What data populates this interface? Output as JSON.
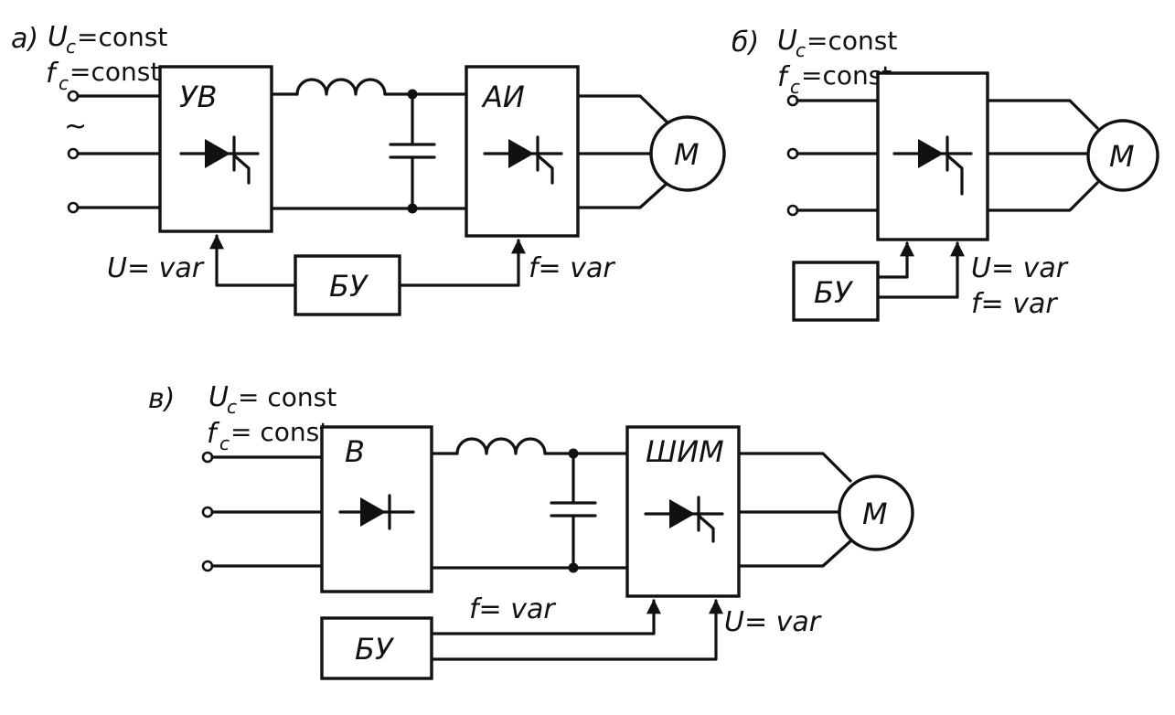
{
  "panel_a": {
    "letter": "а)",
    "uc_symbol": "U",
    "uc_sub": "c",
    "uc_suffix": "=const",
    "fc_symbol": "f",
    "fc_sub": "c",
    "fc_suffix": "=const",
    "ac_symbol": "~",
    "rect_label": "УВ",
    "inv_label": "АИ",
    "motor_label": "М",
    "control_label": "БУ",
    "u_var": "U= var",
    "f_var": "f= var"
  },
  "panel_b": {
    "letter": "б)",
    "uc_symbol": "U",
    "uc_sub": "c",
    "uc_suffix": "=const",
    "fc_symbol": "f",
    "fc_sub": "c",
    "fc_suffix": "=const",
    "motor_label": "М",
    "control_label": "БУ",
    "u_var": "U= var",
    "f_var": "f= var"
  },
  "panel_c": {
    "letter": "в)",
    "uc_symbol": "U",
    "uc_sub": "c",
    "uc_suffix": "= const",
    "fc_symbol": "f",
    "fc_sub": "c",
    "fc_suffix": "= const",
    "rect_label": "В",
    "inv_label": "ШИМ",
    "motor_label": "М",
    "control_label": "БУ",
    "f_var": "f= var",
    "u_var": "U= var"
  }
}
